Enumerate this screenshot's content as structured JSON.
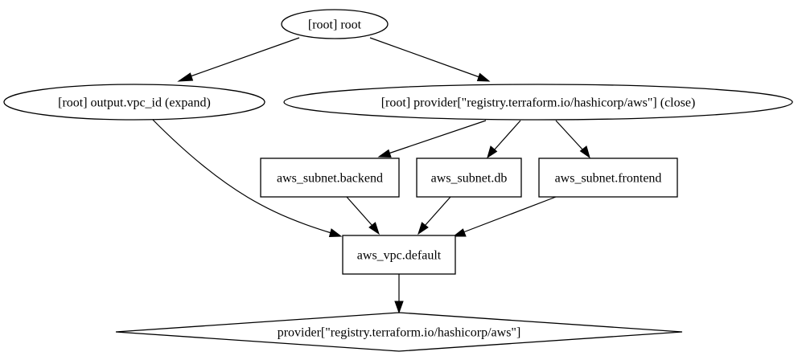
{
  "diagram": {
    "nodes": {
      "root": {
        "label": "[root] root",
        "shape": "ellipse"
      },
      "output_vpc_id": {
        "label": "[root] output.vpc_id (expand)",
        "shape": "ellipse"
      },
      "provider_close": {
        "label": "[root] provider[\"registry.terraform.io/hashicorp/aws\"] (close)",
        "shape": "ellipse"
      },
      "subnet_backend": {
        "label": "aws_subnet.backend",
        "shape": "box"
      },
      "subnet_db": {
        "label": "aws_subnet.db",
        "shape": "box"
      },
      "subnet_frontend": {
        "label": "aws_subnet.frontend",
        "shape": "box"
      },
      "vpc_default": {
        "label": "aws_vpc.default",
        "shape": "box"
      },
      "provider": {
        "label": "provider[\"registry.terraform.io/hashicorp/aws\"]",
        "shape": "diamond"
      }
    },
    "edges": [
      {
        "from": "root",
        "to": "output_vpc_id"
      },
      {
        "from": "root",
        "to": "provider_close"
      },
      {
        "from": "output_vpc_id",
        "to": "vpc_default"
      },
      {
        "from": "provider_close",
        "to": "subnet_backend"
      },
      {
        "from": "provider_close",
        "to": "subnet_db"
      },
      {
        "from": "provider_close",
        "to": "subnet_frontend"
      },
      {
        "from": "subnet_backend",
        "to": "vpc_default"
      },
      {
        "from": "subnet_db",
        "to": "vpc_default"
      },
      {
        "from": "subnet_frontend",
        "to": "vpc_default"
      },
      {
        "from": "vpc_default",
        "to": "provider"
      }
    ]
  }
}
